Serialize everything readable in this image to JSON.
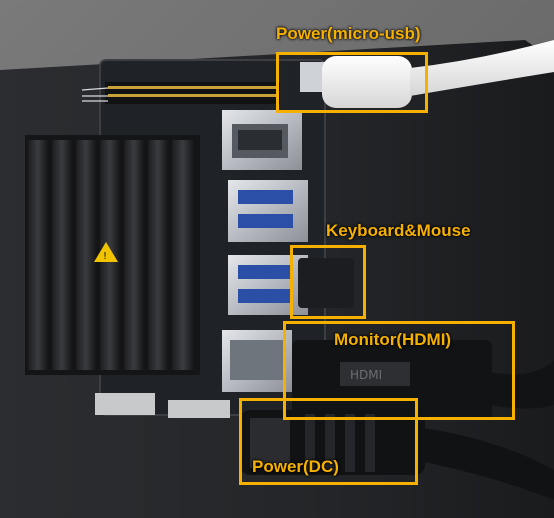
{
  "photo": {
    "subject": "jetson-nano-board-with-cables",
    "accent_color": "#f6b100"
  },
  "annotations": [
    {
      "id": "power-micro-usb",
      "text": "Power(micro-usb)"
    },
    {
      "id": "keyboard-mouse",
      "text": "Keyboard&Mouse"
    },
    {
      "id": "monitor-hdmi",
      "text": "Monitor(HDMI)"
    },
    {
      "id": "power-dc",
      "text": "Power(DC)"
    }
  ]
}
